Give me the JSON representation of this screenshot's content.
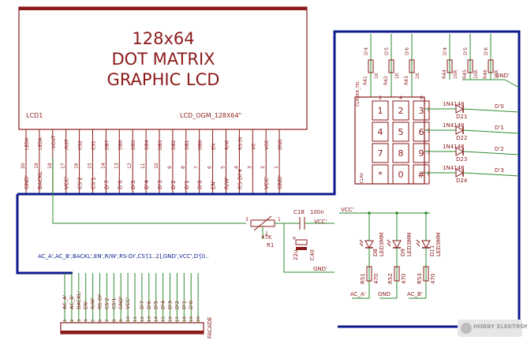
{
  "lcd": {
    "title_line1": "128x64",
    "title_line2": "DOT MATRIX",
    "title_line3": "GRAPHIC LCD",
    "ref": "LCD1",
    "value": "LCD_OGM_128X64\"",
    "pin_names": [
      "LEDK",
      "LEDA",
      "-VOUT",
      "/RST",
      "CS2",
      "CS1",
      "DB7",
      "DB6",
      "DB5",
      "DB4",
      "DB3",
      "DB2",
      "DB1",
      "DB0",
      "EN",
      "R/W",
      "RS-DI",
      "V0",
      "VCC",
      "GND"
    ],
    "pin_numbers": [
      "20",
      "19",
      "18",
      "17",
      "16",
      "15",
      "14",
      "13",
      "12",
      "11",
      "10",
      "9",
      "8",
      "7",
      "6",
      "5",
      "4",
      "3",
      "2",
      "1"
    ],
    "net_labels": [
      "GND'",
      "BACKL'",
      "",
      "VCC'",
      "CS'2",
      "CS'1",
      "D'7",
      "D'6",
      "D'5",
      "D'4",
      "D'3",
      "D'2",
      "D'1",
      "D'0",
      "EN'",
      "R/W'",
      "RS-DI'4",
      "",
      "VCC'",
      "GND'"
    ]
  },
  "bus_label": "AC_A',AC_B',BACKL',EN',R/W',RS-DI',CS'[1..2],GND',VCC',D'[0..",
  "pot": {
    "ref": "R1",
    "value": "47K",
    "pin3": "3",
    "pin1": "1",
    "pin2": "2"
  },
  "caps": [
    {
      "ref": "C18",
      "value": "100n"
    },
    {
      "ref": "C40",
      "value": "22u"
    }
  ],
  "cap_plus": "+",
  "vcc_label": "VCC'",
  "gnd_label": "GND'",
  "keypad_resistors": [
    {
      "net": "D'4",
      "ref": "R41",
      "value": "1K"
    },
    {
      "net": "D'5",
      "ref": "R42",
      "value": "1K"
    },
    {
      "net": "D'6",
      "ref": "R43",
      "value": "1K"
    }
  ],
  "pullup_resistors": [
    {
      "net": "D'4",
      "ref": "R44",
      "value": "10K"
    },
    {
      "net": "D'5",
      "ref": "R45",
      "value": "10K"
    },
    {
      "net": "D'6",
      "ref": "R46",
      "value": "10K"
    }
  ],
  "keypad": {
    "label_top": "CLAVIER_TEL",
    "label_side": "CLAV",
    "keys": [
      "1",
      "2",
      "3",
      "4",
      "5",
      "6",
      "7",
      "8",
      "9",
      "*",
      "0",
      "#"
    ],
    "row_pins": [
      "7",
      "5",
      "3",
      "1"
    ],
    "col_pins": [
      "2",
      "4",
      "6"
    ]
  },
  "diodes": [
    {
      "type": "1N4148",
      "ref": "D21",
      "net": "D'0"
    },
    {
      "type": "1N4148",
      "ref": "D22",
      "net": "D'1"
    },
    {
      "type": "1N4148",
      "ref": "D23",
      "net": "D'2"
    },
    {
      "type": "1N4148",
      "ref": "D24",
      "net": "D'3"
    }
  ],
  "leds": [
    {
      "ref": "D8",
      "value": "LED3MM"
    },
    {
      "ref": "D9",
      "value": "LED3MM"
    },
    {
      "ref": "D11",
      "value": "LED3MM"
    }
  ],
  "led_resistors": [
    {
      "ref": "R51",
      "value": "470",
      "net": "AC_A'"
    },
    {
      "ref": "R52",
      "value": "470",
      "net": "GND"
    },
    {
      "ref": "R53",
      "value": "470",
      "net": "AC_B'"
    }
  ],
  "facade": {
    "label": "FACADE",
    "pin_numbers": [
      "1",
      "2",
      "3",
      "4",
      "5",
      "6",
      "7",
      "8",
      "9",
      "10",
      "11",
      "12",
      "13",
      "14",
      "15",
      "16",
      "17",
      "18",
      "19",
      "20"
    ],
    "net_labels": [
      "AC_A'",
      "AC_B'",
      "BACKL'",
      "EN'",
      "R/W'",
      "RS-DI'",
      "CS'2",
      "CS'1",
      "GND'",
      "VCC'",
      "",
      "D'7",
      "D'6",
      "D'5",
      "D'4",
      "D'3",
      "D'2",
      "D'1",
      "D'0",
      ""
    ]
  },
  "logo_text": "HOBBY ELEKTRONIKA",
  "colors": {
    "part": "#8b1a1a",
    "wire": "#2e8b2e",
    "bus": "#0b1a8c",
    "background": "#ffffff"
  }
}
